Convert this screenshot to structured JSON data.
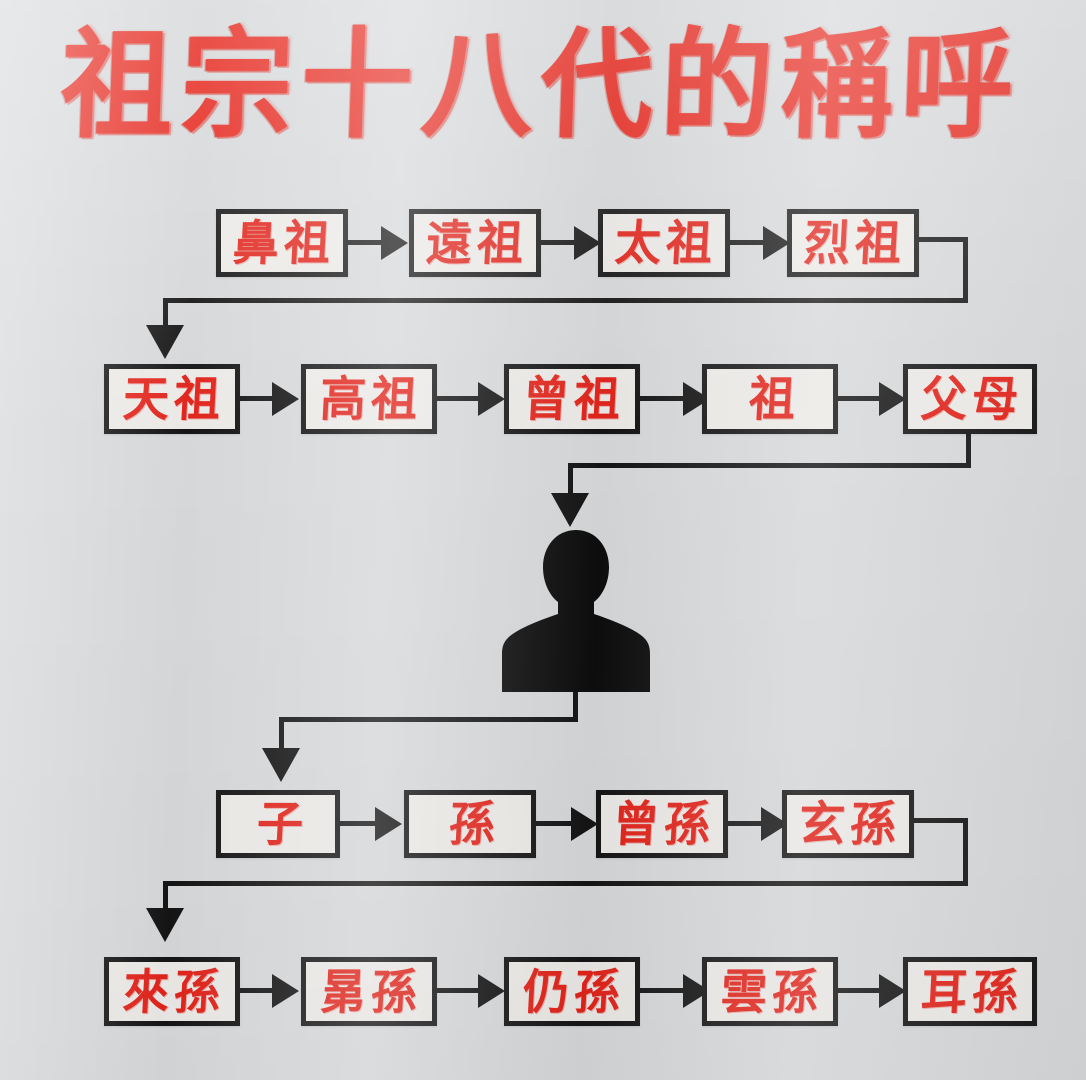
{
  "page": {
    "title": "祖宗十八代的稱呼",
    "background_color": "#d5d7d9",
    "text_color": "#e0231a",
    "line_color": "#141414",
    "box_fill_color": "#ebe9e6"
  },
  "diagram": {
    "type": "flowchart",
    "orientation": "left-to-right, wrapping rows",
    "center_figure": {
      "icon": "person-silhouette-icon",
      "meaning": "自己"
    },
    "rows": [
      {
        "id": "ancestors-row-1",
        "nodes": [
          {
            "label": "鼻祖"
          },
          {
            "label": "遠祖"
          },
          {
            "label": "太祖"
          },
          {
            "label": "烈祖"
          }
        ]
      },
      {
        "id": "ancestors-row-2",
        "nodes": [
          {
            "label": "天祖"
          },
          {
            "label": "高祖"
          },
          {
            "label": "曾祖"
          },
          {
            "label": "祖"
          },
          {
            "label": "父母"
          }
        ]
      },
      {
        "id": "descendants-row-1",
        "nodes": [
          {
            "label": "子"
          },
          {
            "label": "孫"
          },
          {
            "label": "曾孫"
          },
          {
            "label": "玄孫"
          }
        ]
      },
      {
        "id": "descendants-row-2",
        "nodes": [
          {
            "label": "來孫"
          },
          {
            "label": "晜孫"
          },
          {
            "label": "仍孫"
          },
          {
            "label": "雲孫"
          },
          {
            "label": "耳孫"
          }
        ]
      }
    ]
  }
}
